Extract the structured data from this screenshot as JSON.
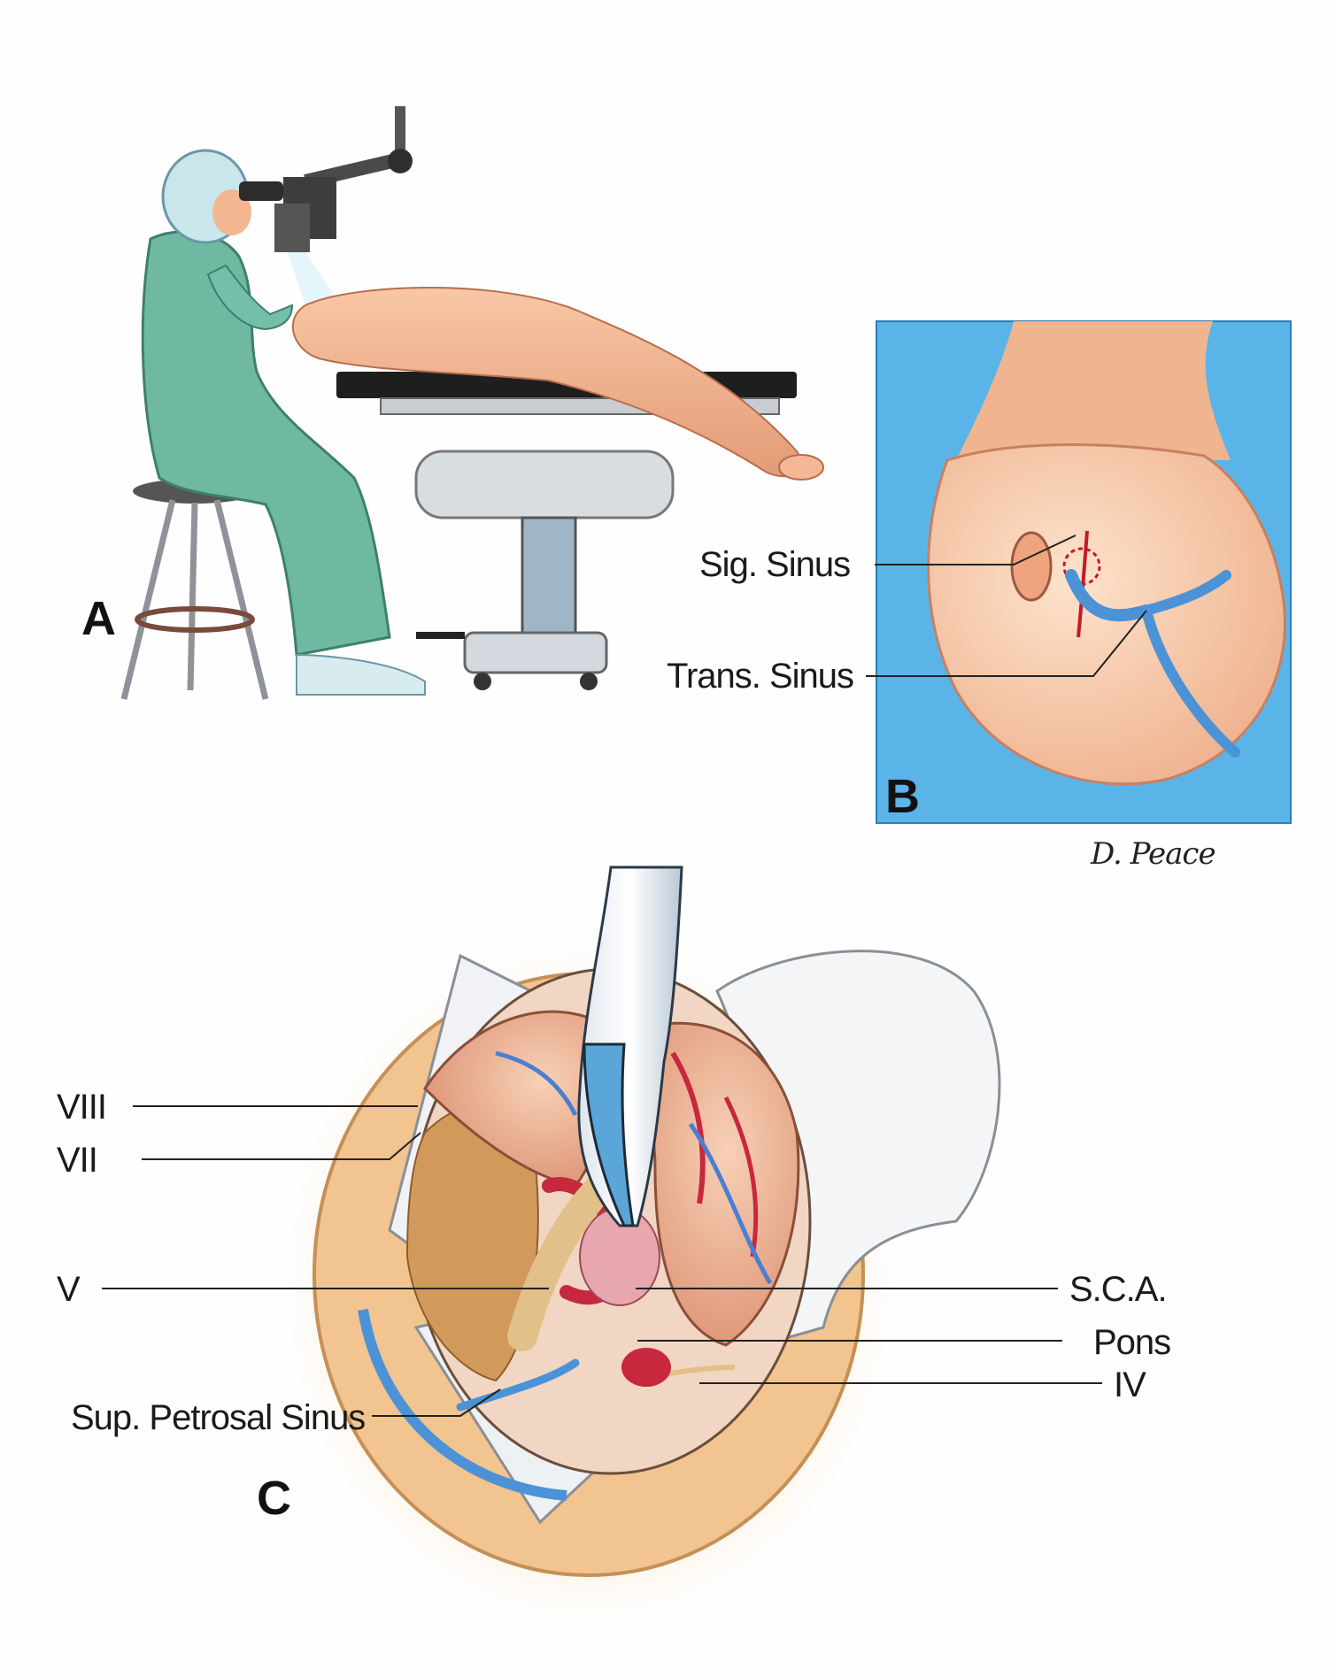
{
  "panels": {
    "a": "A",
    "b": "B",
    "c": "C"
  },
  "panel_b_labels": {
    "sig_sinus": "Sig. Sinus",
    "trans_sinus": "Trans. Sinus"
  },
  "panel_c_labels": {
    "viii": "VIII",
    "vii": "VII",
    "v": "V",
    "sup_petrosal_sinus": "Sup. Petrosal Sinus",
    "sca": "S.C.A.",
    "pons": "Pons",
    "iv": "IV"
  },
  "signature": "D. Peace",
  "colors": {
    "gown": "#6fb9a3",
    "skin": "#f3b690",
    "blue_background": "#5ab4e8",
    "sinus_blue": "#4b93d6",
    "artery_red": "#c7283d",
    "nerve_tan": "#e2c08a"
  }
}
